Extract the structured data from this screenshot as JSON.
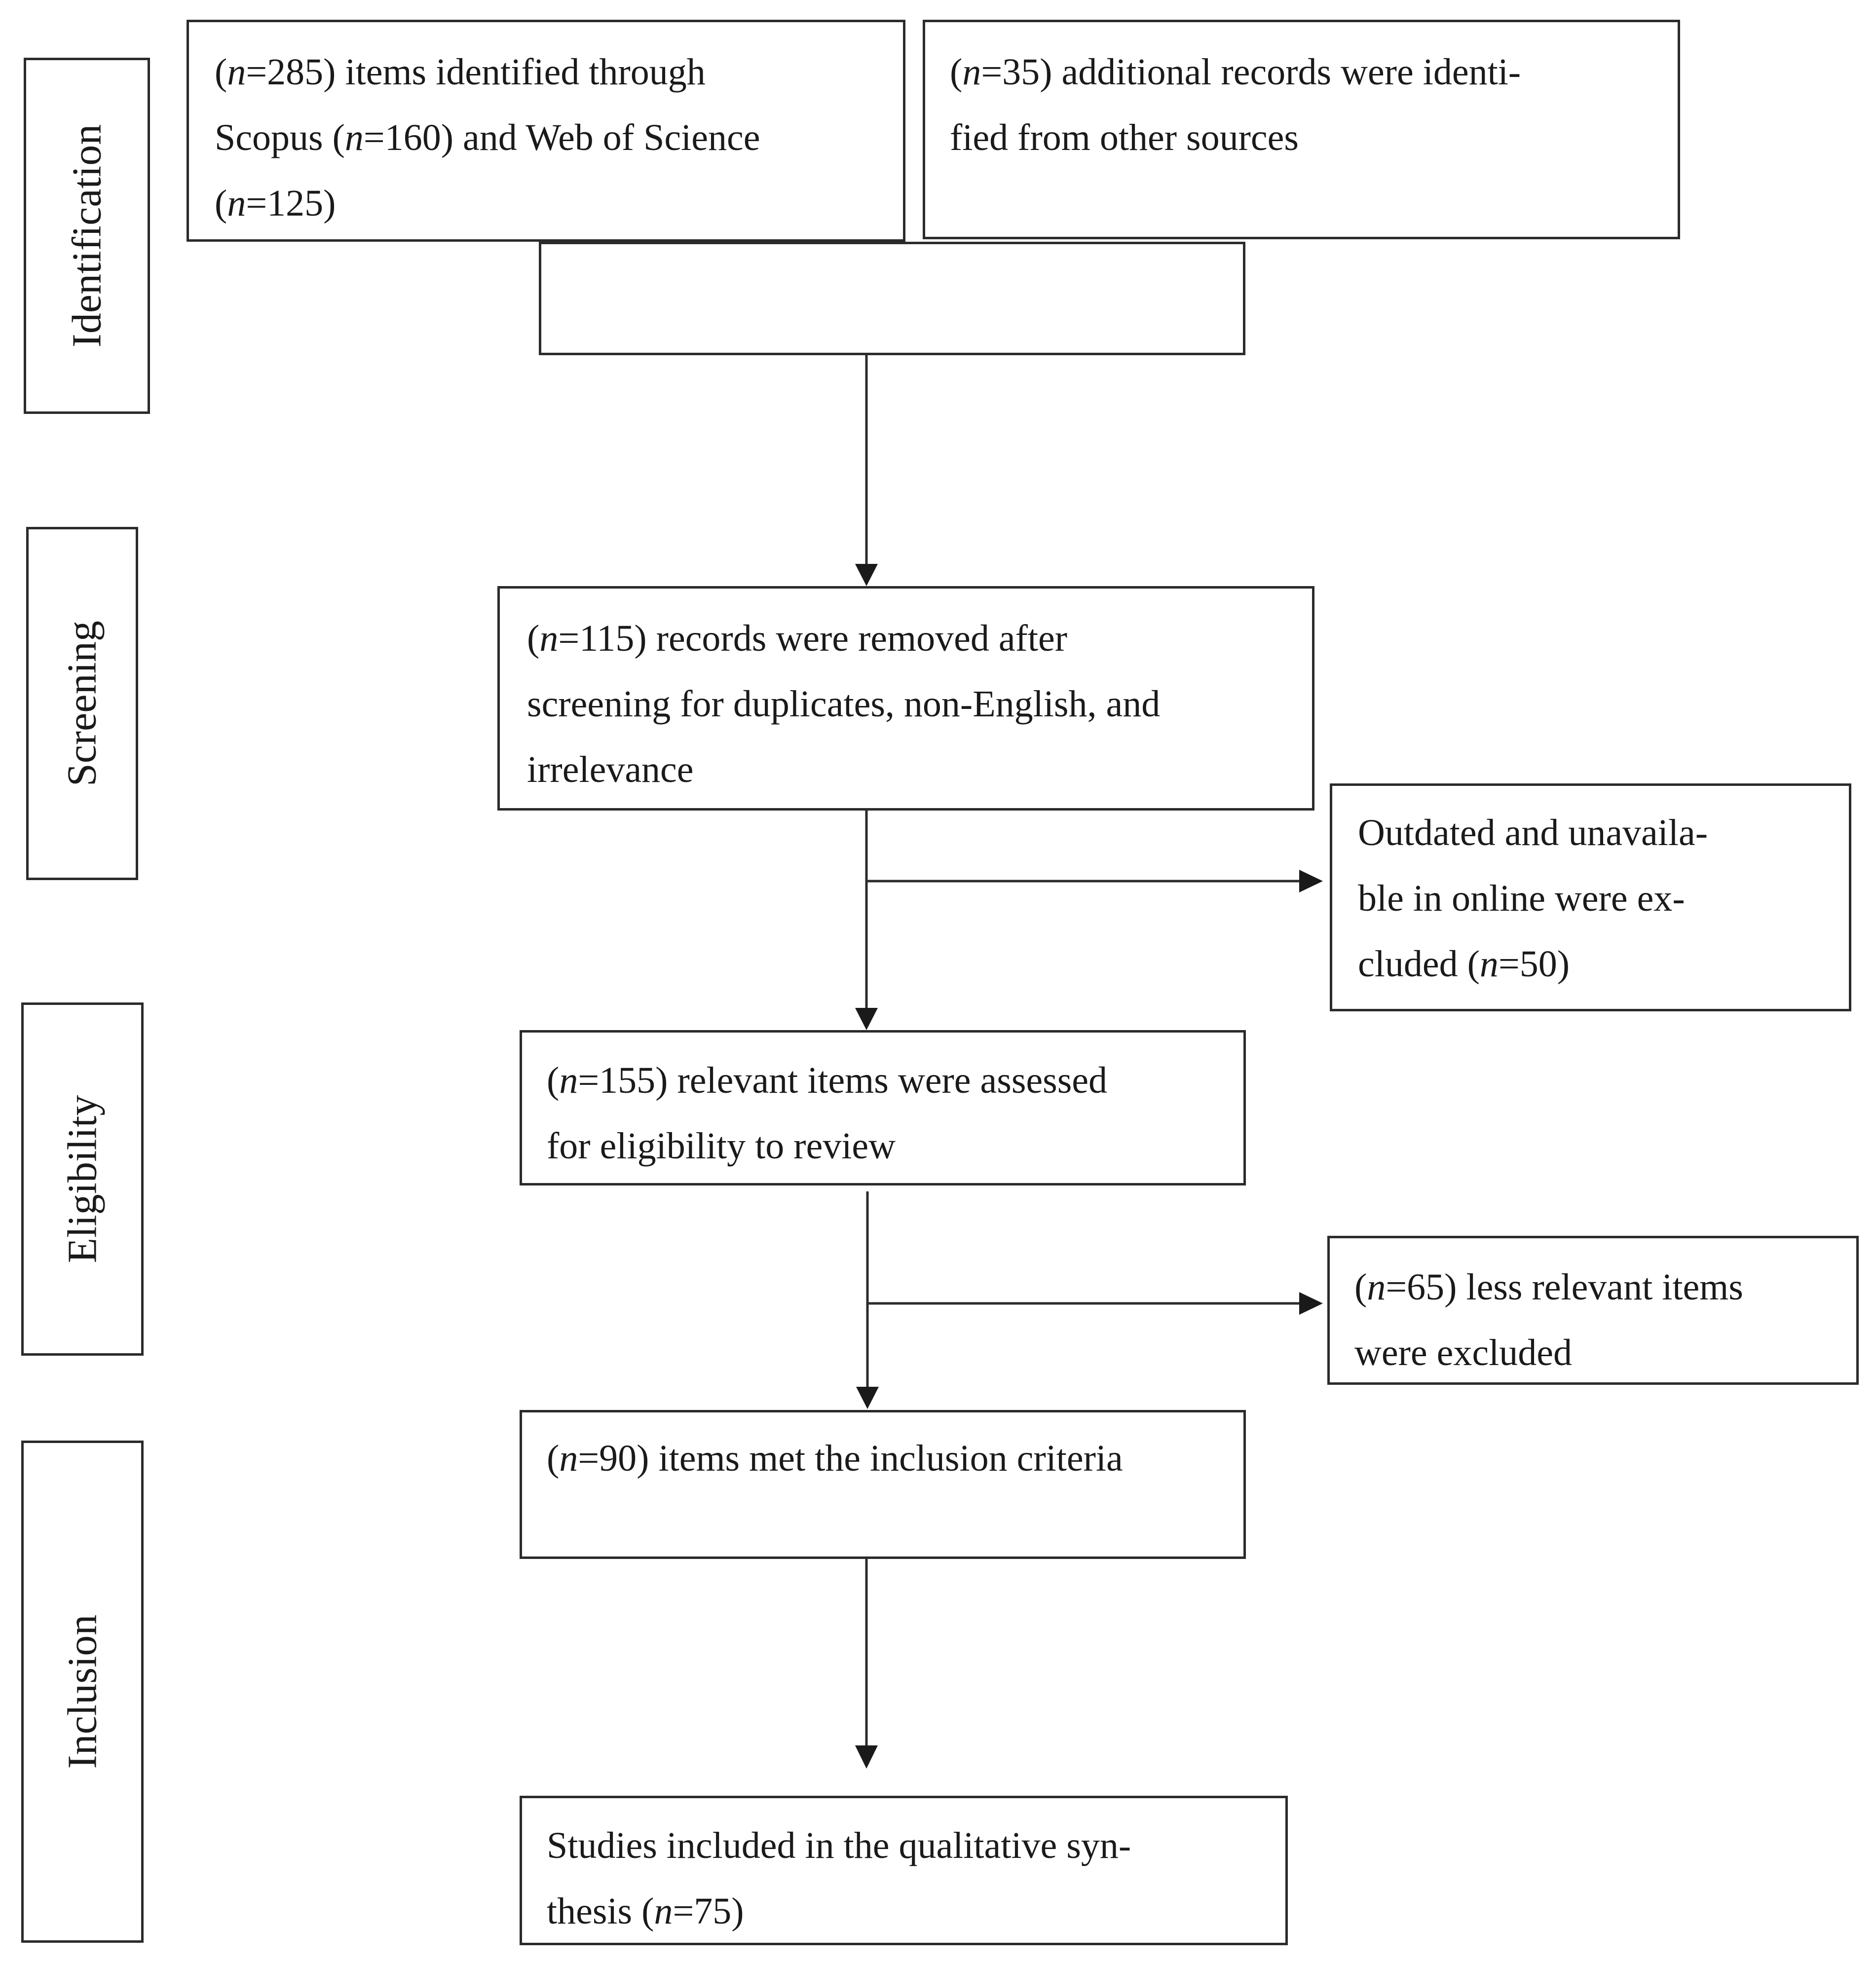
{
  "stages": {
    "identification": "Identification",
    "screening": "Screening",
    "eligibility": "Eligibility",
    "inclusion": "Inclusion"
  },
  "boxes": {
    "databases": {
      "lines": [
        {
          "parts": [
            {
              "t": "(",
              "i": false
            },
            {
              "t": "n",
              "i": true
            },
            {
              "t": "=285) items identified through",
              "i": false
            }
          ]
        },
        {
          "parts": [
            {
              "t": "Scopus (",
              "i": false
            },
            {
              "t": "n",
              "i": true
            },
            {
              "t": "=160) and Web of Science",
              "i": false
            }
          ]
        },
        {
          "parts": [
            {
              "t": "(",
              "i": false
            },
            {
              "t": "n",
              "i": true
            },
            {
              "t": "=125)",
              "i": false
            }
          ]
        }
      ]
    },
    "other_sources": {
      "lines": [
        {
          "parts": [
            {
              "t": "(",
              "i": false
            },
            {
              "t": "n",
              "i": true
            },
            {
              "t": "=35) additional records were identi-",
              "i": false
            }
          ]
        },
        {
          "parts": [
            {
              "t": "fied from other sources",
              "i": false
            }
          ]
        }
      ]
    },
    "combined": {
      "lines": []
    },
    "screening": {
      "lines": [
        {
          "parts": [
            {
              "t": "(",
              "i": false
            },
            {
              "t": "n",
              "i": true
            },
            {
              "t": "=115) records were removed after",
              "i": false
            }
          ]
        },
        {
          "parts": [
            {
              "t": "screening for duplicates, non-English, and",
              "i": false
            }
          ]
        },
        {
          "parts": [
            {
              "t": "irrelevance",
              "i": false
            }
          ]
        }
      ]
    },
    "excluded_outdated": {
      "lines": [
        {
          "parts": [
            {
              "t": "Outdated and unavaila-",
              "i": false
            }
          ]
        },
        {
          "parts": [
            {
              "t": "ble in online were ex-",
              "i": false
            }
          ]
        },
        {
          "parts": [
            {
              "t": "cluded (",
              "i": false
            },
            {
              "t": "n",
              "i": true
            },
            {
              "t": "=50)",
              "i": false
            }
          ]
        }
      ]
    },
    "eligibility": {
      "lines": [
        {
          "parts": [
            {
              "t": "(",
              "i": false
            },
            {
              "t": "n",
              "i": true
            },
            {
              "t": "=155) relevant items were assessed",
              "i": false
            }
          ]
        },
        {
          "parts": [
            {
              "t": "for eligibility to review",
              "i": false
            }
          ]
        }
      ]
    },
    "excluded_less_relevant": {
      "lines": [
        {
          "parts": [
            {
              "t": "(",
              "i": false
            },
            {
              "t": "n",
              "i": true
            },
            {
              "t": "=65) less relevant items",
              "i": false
            }
          ]
        },
        {
          "parts": [
            {
              "t": "were excluded",
              "i": false
            }
          ]
        }
      ]
    },
    "inclusion_criteria": {
      "lines": [
        {
          "parts": [
            {
              "t": "(",
              "i": false
            },
            {
              "t": "n",
              "i": true
            },
            {
              "t": "=90) items met the inclusion criteria",
              "i": false
            }
          ]
        }
      ]
    },
    "studies_included": {
      "lines": [
        {
          "parts": [
            {
              "t": "Studies included in the qualitative syn-",
              "i": false
            }
          ]
        },
        {
          "parts": [
            {
              "t": "thesis (",
              "i": false
            },
            {
              "t": "n",
              "i": true
            },
            {
              "t": "=75)",
              "i": false
            }
          ]
        }
      ]
    }
  }
}
